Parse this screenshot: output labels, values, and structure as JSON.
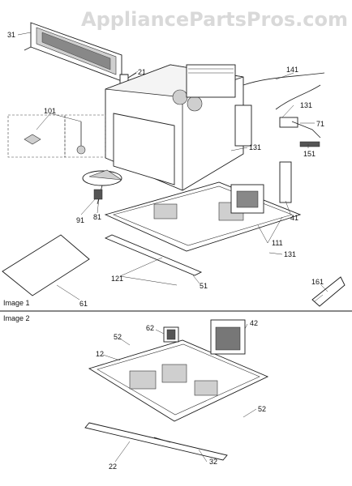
{
  "watermark": "AppliancePartsPros.com",
  "sections": {
    "image1": "Image 1",
    "image2": "Image 2"
  },
  "image1_callouts": [
    "31",
    "21",
    "101",
    "141",
    "131",
    "71",
    "131",
    "151",
    "91",
    "81",
    "41",
    "111",
    "121",
    "51",
    "131",
    "161",
    "61"
  ],
  "image2_callouts": [
    "62",
    "42",
    "52",
    "12",
    "52",
    "22",
    "32"
  ]
}
